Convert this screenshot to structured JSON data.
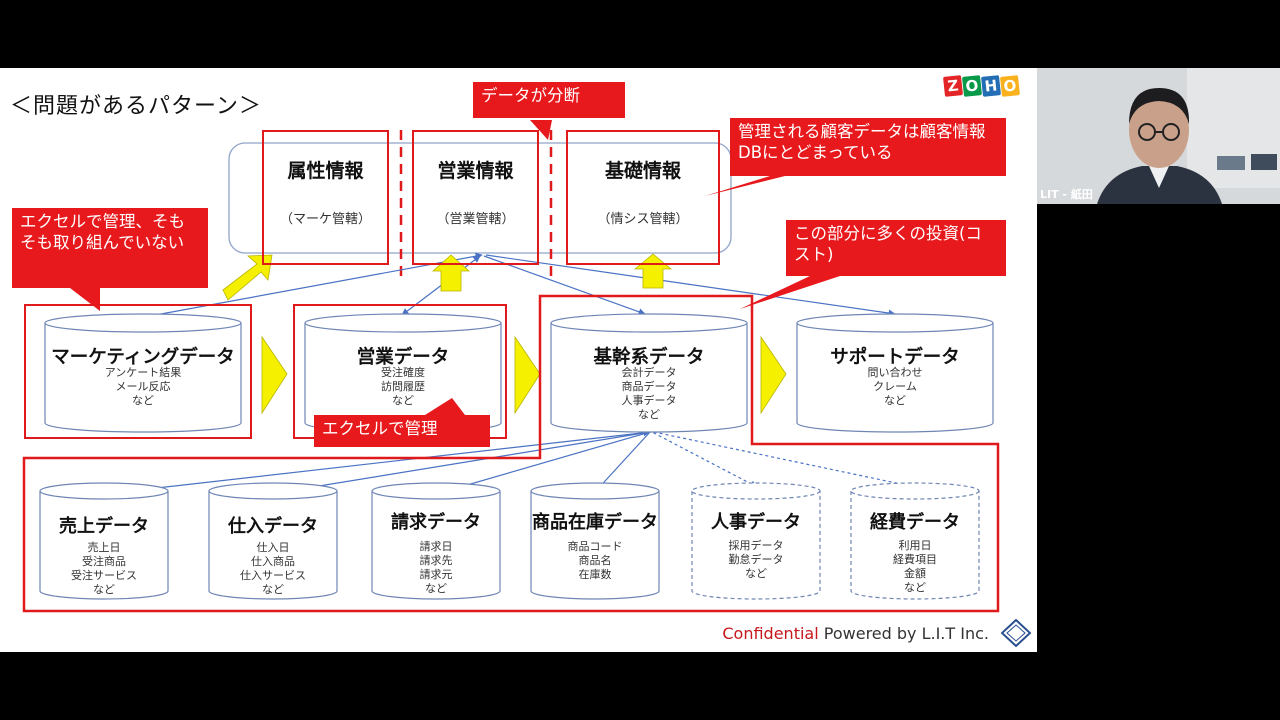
{
  "title": "＜問題があるパターン＞",
  "callouts": {
    "data_split": "データが分断",
    "managed": "管理される顧客データは顧客情報DBにとどまっている",
    "excel_top": "エクセルで管理、そもそも取り組んでいない",
    "investment": "この部分に多くの投資(コスト)",
    "excel_sales": "エクセルで管理"
  },
  "info": [
    {
      "title": "属性情報",
      "sub": "（マーケ管轄）"
    },
    {
      "title": "営業情報",
      "sub": "（営業管轄）"
    },
    {
      "title": "基礎情報",
      "sub": "（情シス管轄）"
    }
  ],
  "top_cylinders": [
    {
      "title": "マーケティングデータ",
      "sub": "アンケート結果\nメール反応\nなど"
    },
    {
      "title": "営業データ",
      "sub": "受注確度\n訪問履歴\nなど"
    },
    {
      "title": "基幹系データ",
      "sub": "会計データ\n商品データ\n人事データ\nなど"
    },
    {
      "title": "サポートデータ",
      "sub": "問い合わせ\nクレーム\nなど"
    }
  ],
  "bottom_cylinders": [
    {
      "title": "売上データ",
      "sub": "売上日\n受注商品\n受注サービス\nなど"
    },
    {
      "title": "仕入データ",
      "sub": "仕入日\n仕入商品\n仕入サービス\nなど"
    },
    {
      "title": "請求データ",
      "sub": "請求日\n請求先\n請求元\nなど"
    },
    {
      "title": "商品在庫データ",
      "sub": "商品コード\n商品名\n在庫数"
    },
    {
      "title": "人事データ",
      "sub": "採用データ\n勤怠データ\nなど"
    },
    {
      "title": "経費データ",
      "sub": "利用日\n経費項目\n金額\nなど"
    }
  ],
  "footer": {
    "confidential": "Confidential",
    "powered": "Powered by L.I.T Inc."
  },
  "logo_letters": [
    "Z",
    "O",
    "H",
    "O"
  ],
  "logo_colors": [
    "#e42527",
    "#089949",
    "#226db4",
    "#f9b21d"
  ],
  "video": {
    "label": "LIT - 紙田"
  },
  "colors": {
    "accent_red": "#e8191c",
    "arrow_yellow": "#f5f000",
    "line_blue": "#4a72c4"
  }
}
